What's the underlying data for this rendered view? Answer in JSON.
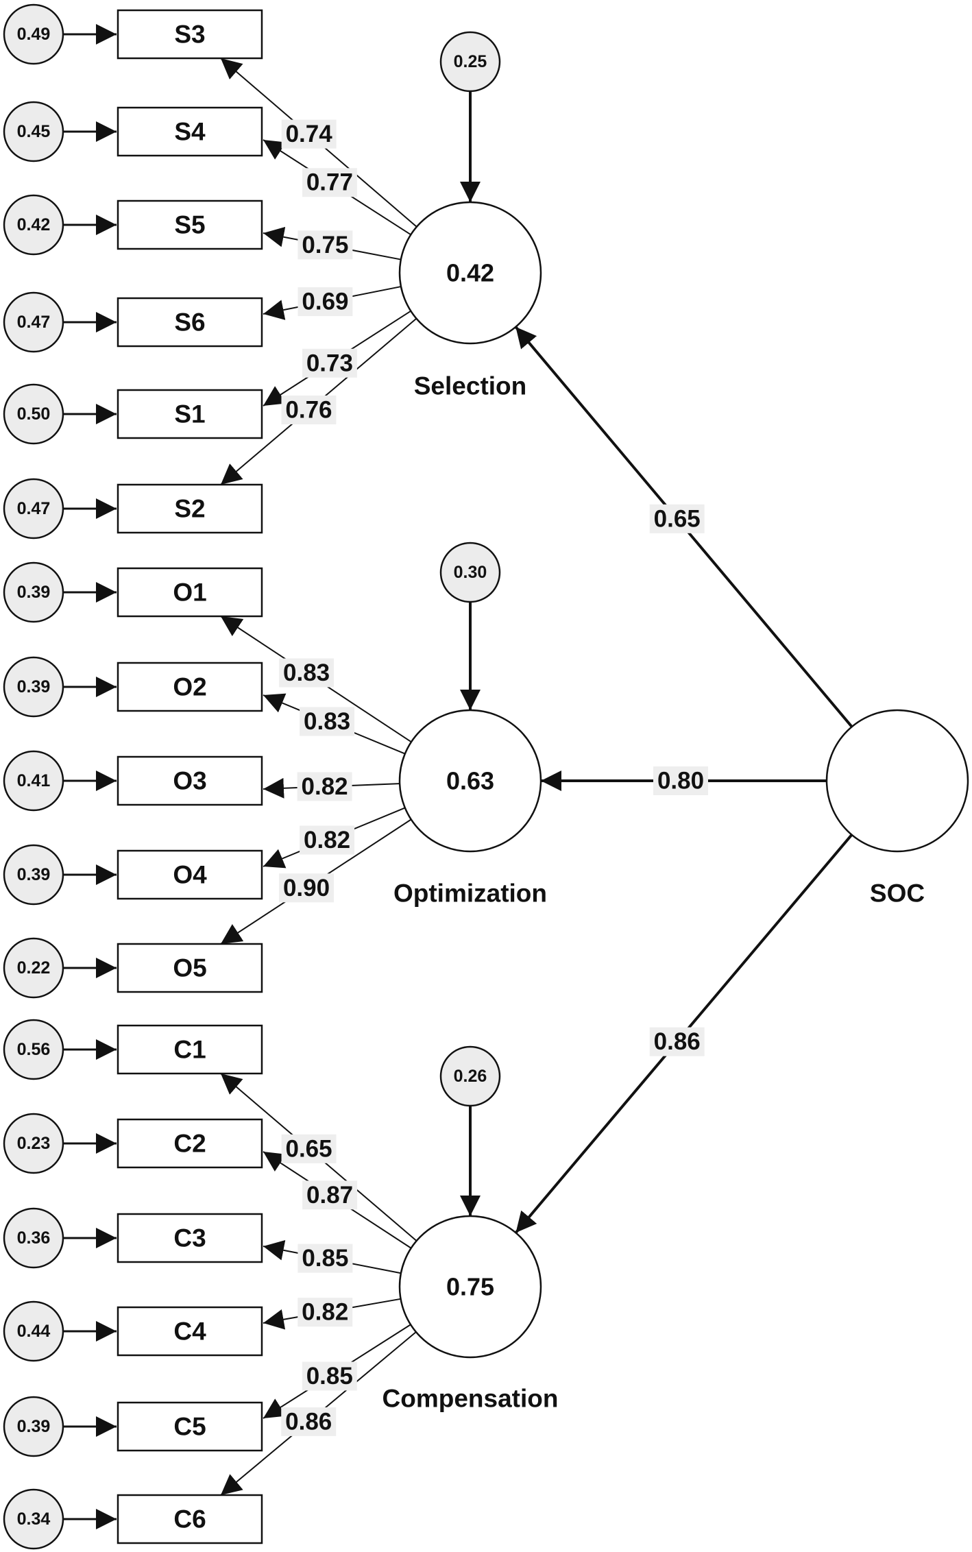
{
  "soc": {
    "label": "SOC"
  },
  "factors": [
    {
      "key": "selection",
      "name": "Selection",
      "value": "0.42",
      "residual": "0.25",
      "path": "0.65",
      "items": [
        {
          "label": "S3",
          "error": "0.49",
          "loading": "0.74"
        },
        {
          "label": "S4",
          "error": "0.45",
          "loading": "0.77"
        },
        {
          "label": "S5",
          "error": "0.42",
          "loading": "0.75"
        },
        {
          "label": "S6",
          "error": "0.47",
          "loading": "0.69"
        },
        {
          "label": "S1",
          "error": "0.50",
          "loading": "0.73"
        },
        {
          "label": "S2",
          "error": "0.47",
          "loading": "0.76"
        }
      ]
    },
    {
      "key": "optimization",
      "name": "Optimization",
      "value": "0.63",
      "residual": "0.30",
      "path": "0.80",
      "items": [
        {
          "label": "O1",
          "error": "0.39",
          "loading": "0.83"
        },
        {
          "label": "O2",
          "error": "0.39",
          "loading": "0.83"
        },
        {
          "label": "O3",
          "error": "0.41",
          "loading": "0.82"
        },
        {
          "label": "O4",
          "error": "0.39",
          "loading": "0.82"
        },
        {
          "label": "O5",
          "error": "0.22",
          "loading": "0.90"
        }
      ]
    },
    {
      "key": "compensation",
      "name": "Compensation",
      "value": "0.75",
      "residual": "0.26",
      "path": "0.86",
      "items": [
        {
          "label": "C1",
          "error": "0.56",
          "loading": "0.65"
        },
        {
          "label": "C2",
          "error": "0.23",
          "loading": "0.87"
        },
        {
          "label": "C3",
          "error": "0.36",
          "loading": "0.85"
        },
        {
          "label": "C4",
          "error": "0.44",
          "loading": "0.82"
        },
        {
          "label": "C5",
          "error": "0.39",
          "loading": "0.85"
        },
        {
          "label": "C6",
          "error": "0.34",
          "loading": "0.86"
        }
      ]
    }
  ]
}
